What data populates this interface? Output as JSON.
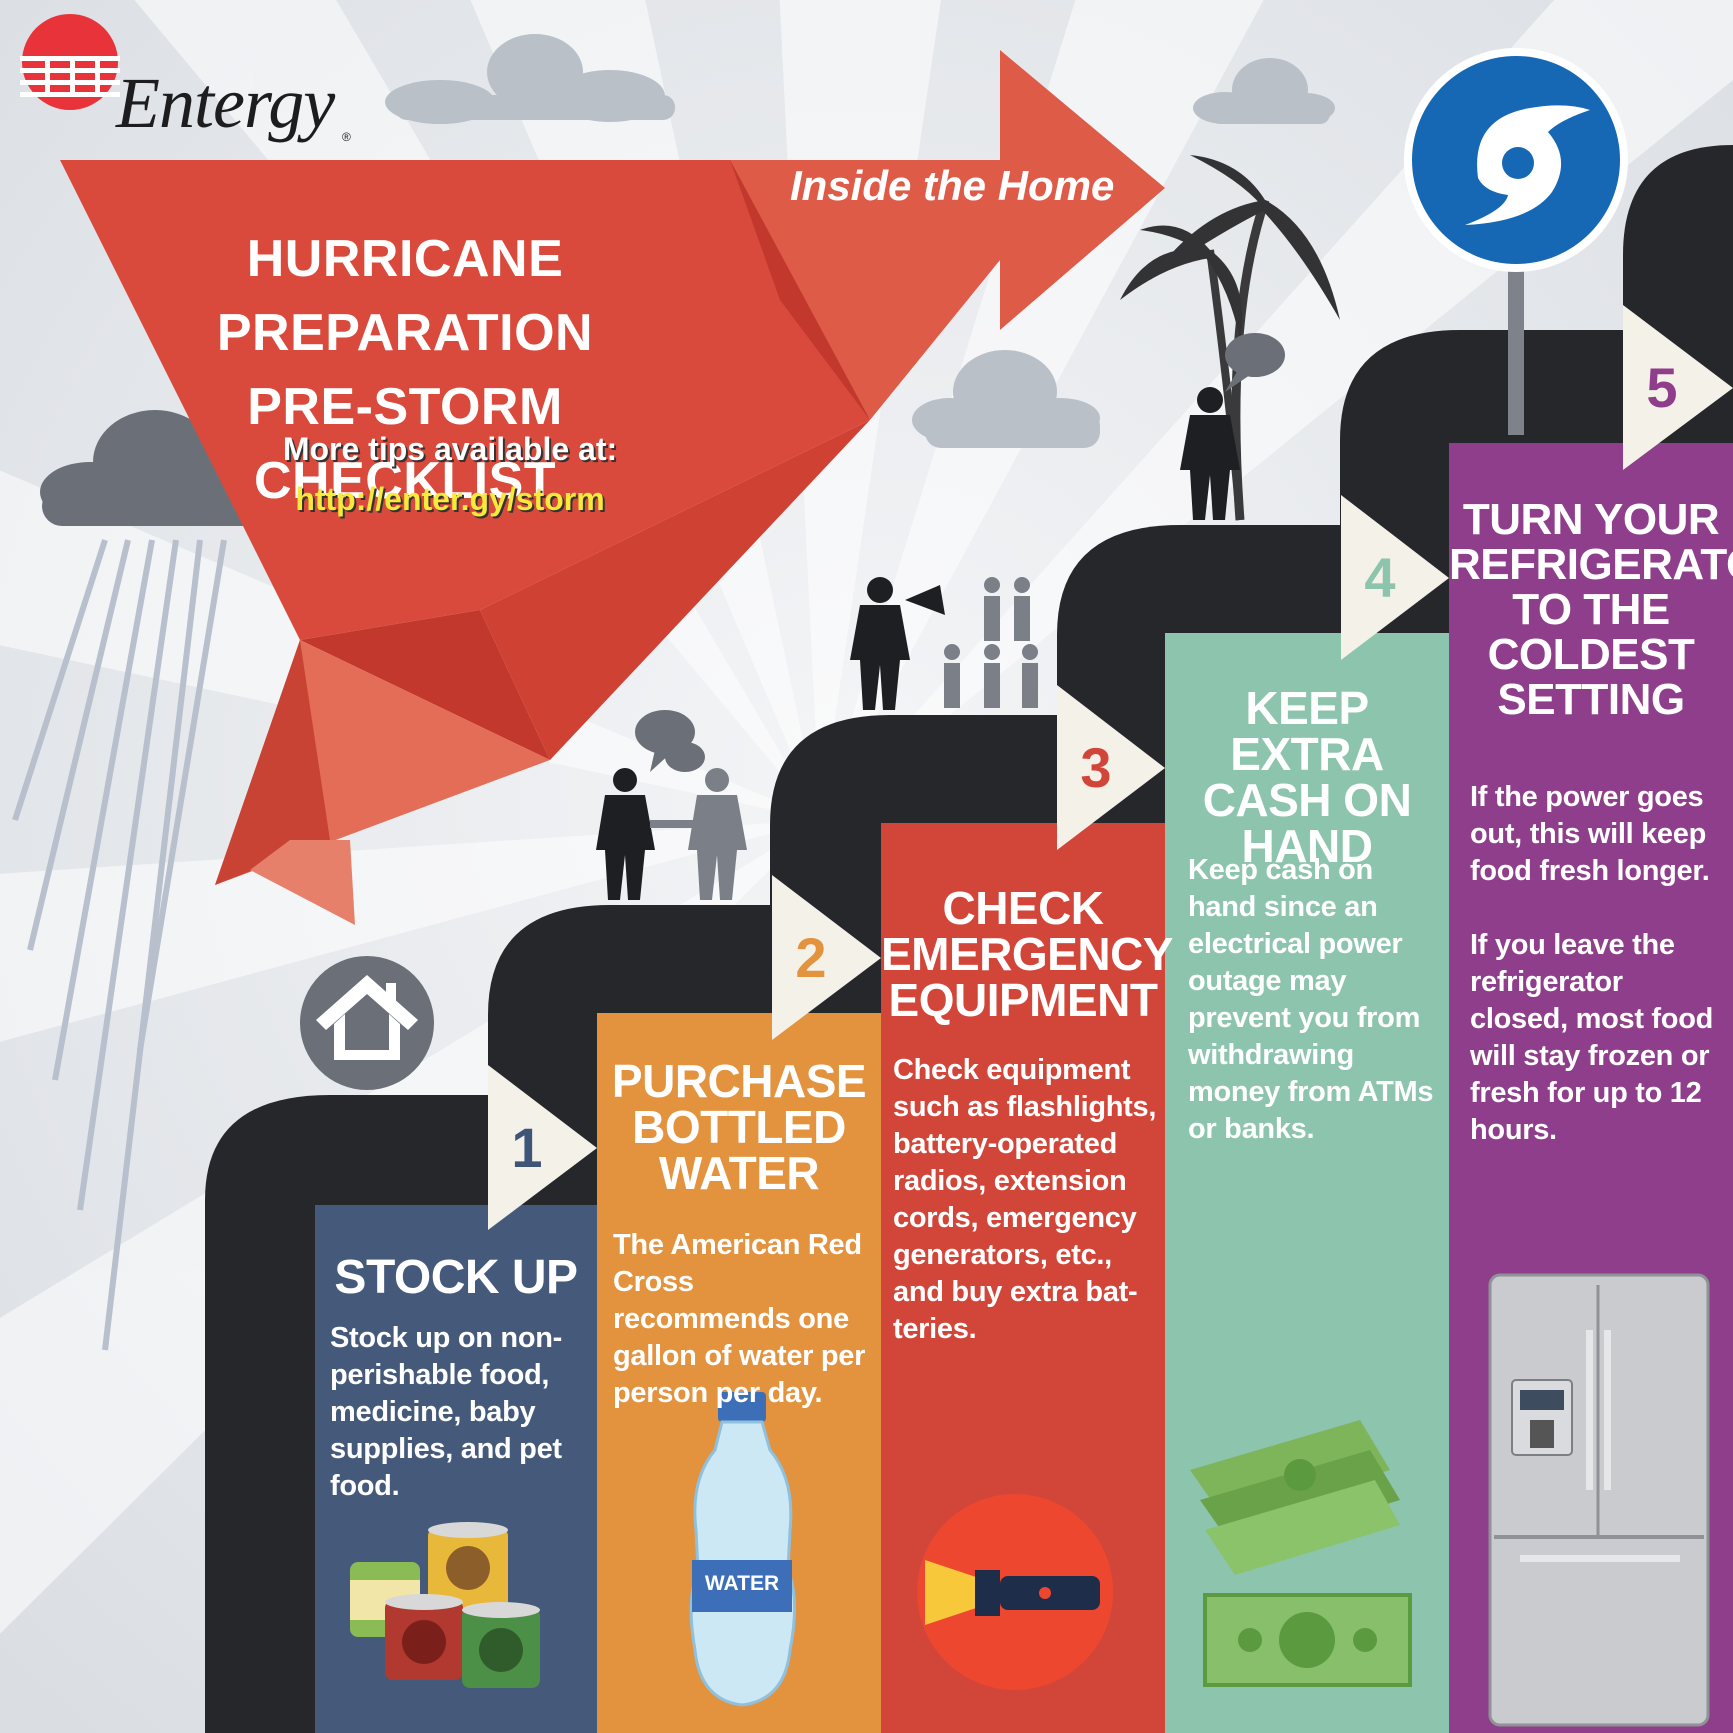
{
  "brand": {
    "name": "Entergy",
    "registered": "®",
    "logo_color": "#e8333a"
  },
  "banner": {
    "arrow_label": "Inside the Home",
    "title_line1": "HURRICANE PREPARATION",
    "title_line2": "PRE-STORM CHECKLIST",
    "tips_label": "More tips available at:",
    "tips_url": "http://enter.gy/storm"
  },
  "colors": {
    "banner_red": "#d94a3c",
    "step1": "#455a7a",
    "step2": "#e3923e",
    "step3": "#d2463a",
    "step4": "#8cc4ad",
    "step5": "#8e3e8a",
    "stair_dark": "#26272b",
    "url_yellow": "#f7ea3a",
    "hurricane_blue": "#1668b4"
  },
  "steps": [
    {
      "number": "1",
      "title": "STOCK UP",
      "body": "Stock up on non-perishable food, medicine, baby supplies, and pet food.",
      "icon": "canned-food-icon"
    },
    {
      "number": "2",
      "title_lines": [
        "PURCHASE",
        "BOTTLED",
        "WATER"
      ],
      "body": "The American Red Cross recommends one gallon of water per person per day.",
      "bottle_label": "WATER",
      "icon": "water-bottle-icon"
    },
    {
      "number": "3",
      "title_lines": [
        "CHECK",
        "EMERGENCY",
        "EQUIPMENT"
      ],
      "body": "Check equipment such as flashlights, battery-operated radios, extension cords, emergency generators, etc., and buy extra bat-teries.",
      "icon": "flashlight-icon"
    },
    {
      "number": "4",
      "title_lines": [
        "KEEP EXTRA",
        "CASH ON",
        "HAND"
      ],
      "body": "Keep cash on hand since an electrical power outage may prevent you from withdrawing money from ATMs or banks.",
      "icon": "money-icon"
    },
    {
      "number": "5",
      "title_lines": [
        "TURN YOUR",
        "REFRIGERATOR",
        "TO THE",
        "COLDEST",
        "SETTING"
      ],
      "body_p1": "If the power goes out, this will keep food fresh longer.",
      "body_p2": "If you leave the refrigerator closed, most food will stay frozen or fresh for up to 12 hours.",
      "icon": "refrigerator-icon"
    }
  ],
  "icons": [
    "house-icon",
    "hurricane-sign-icon",
    "palm-tree-icon",
    "cloud-icon",
    "rain-icon",
    "speech-bubble-icon",
    "megaphone-person-icon"
  ]
}
